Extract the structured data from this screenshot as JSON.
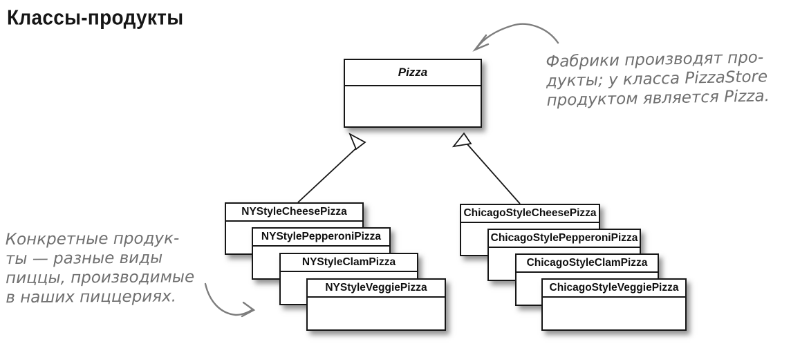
{
  "title": "Классы-продукты",
  "diagram": {
    "base_class": {
      "name": "Pizza"
    },
    "ny_stack": [
      "NYStyleCheesePizza",
      "NYStylePepperoniPizza",
      "NYStyleClamPizza",
      "NYStyleVeggiePizza"
    ],
    "chicago_stack": [
      "ChicagoStyleCheesePizza",
      "ChicagoStylePepperoniPizza",
      "ChicagoStyleClamPizza",
      "ChicagoStyleVeggiePizza"
    ],
    "relationship": "inheritance"
  },
  "annotations": {
    "factory_note": "Фабрики производят про-\nдукты; у класса PizzaStore\nпродуктом является Pizza.",
    "products_note": "Конкретные продук-\nты — разные виды\nпиццы, производимые\nв наших пиццериях."
  },
  "colors": {
    "ink": "#161616",
    "handwriting": "#6f6f6f",
    "arrow": "#7d7d7d",
    "box_background": "#ffffff"
  }
}
